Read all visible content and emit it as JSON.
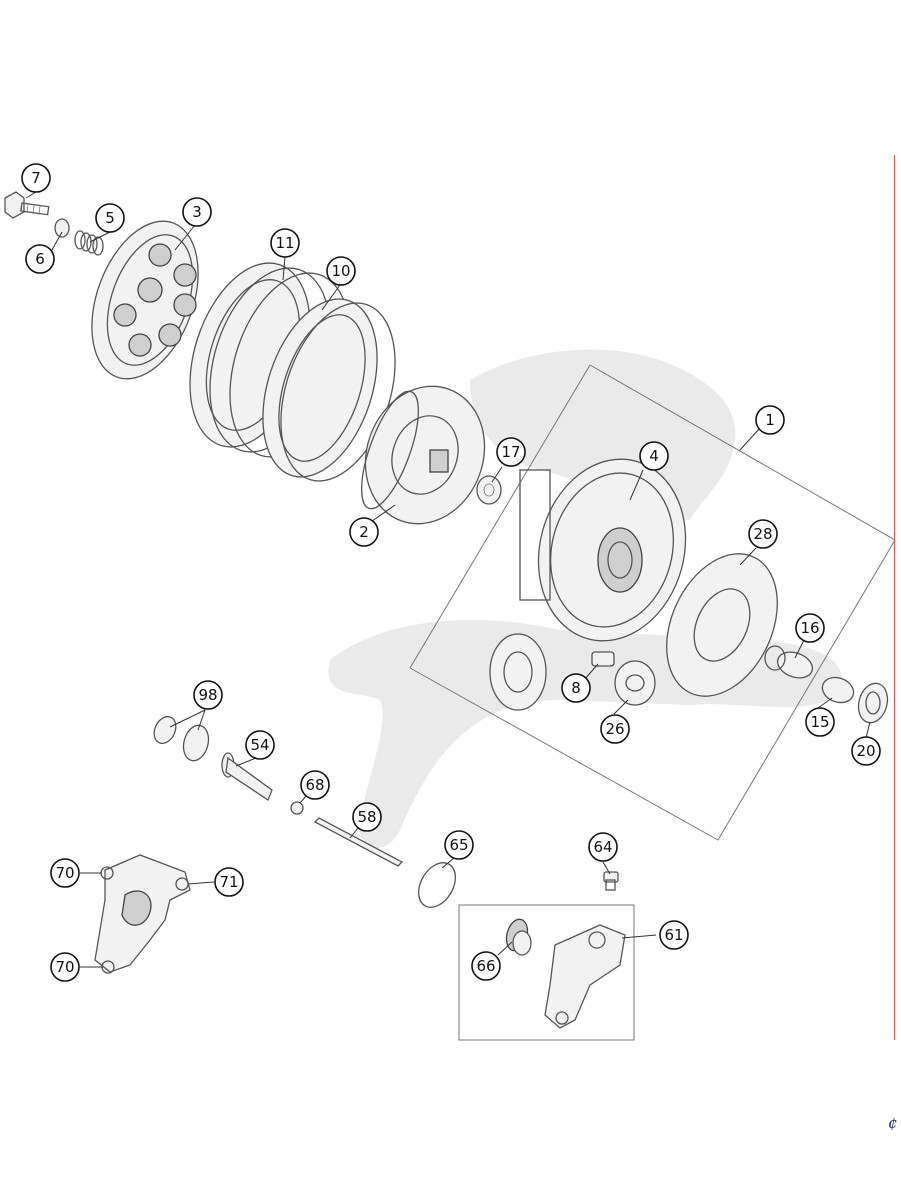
{
  "diagram": {
    "callouts": [
      {
        "id": "c7",
        "label": "7"
      },
      {
        "id": "c5",
        "label": "5"
      },
      {
        "id": "c6",
        "label": "6"
      },
      {
        "id": "c3",
        "label": "3"
      },
      {
        "id": "c11",
        "label": "11"
      },
      {
        "id": "c10",
        "label": "10"
      },
      {
        "id": "c1",
        "label": "1"
      },
      {
        "id": "c17",
        "label": "17"
      },
      {
        "id": "c4",
        "label": "4"
      },
      {
        "id": "c2",
        "label": "2"
      },
      {
        "id": "c28",
        "label": "28"
      },
      {
        "id": "c16",
        "label": "16"
      },
      {
        "id": "c8",
        "label": "8"
      },
      {
        "id": "c26",
        "label": "26"
      },
      {
        "id": "c15",
        "label": "15"
      },
      {
        "id": "c20",
        "label": "20"
      },
      {
        "id": "c98",
        "label": "98"
      },
      {
        "id": "c54",
        "label": "54"
      },
      {
        "id": "c68",
        "label": "68"
      },
      {
        "id": "c58",
        "label": "58"
      },
      {
        "id": "c65",
        "label": "65"
      },
      {
        "id": "c64",
        "label": "64"
      },
      {
        "id": "c61",
        "label": "61"
      },
      {
        "id": "c66",
        "label": "66"
      },
      {
        "id": "c70a",
        "label": "70"
      },
      {
        "id": "c71",
        "label": "71"
      },
      {
        "id": "c70b",
        "label": "70"
      }
    ]
  },
  "corner_mark": "¢",
  "colors": {
    "line": "#555555",
    "callout": "#111111",
    "margin_rule": "#d9534f",
    "watermark": "#e8e8e8"
  }
}
